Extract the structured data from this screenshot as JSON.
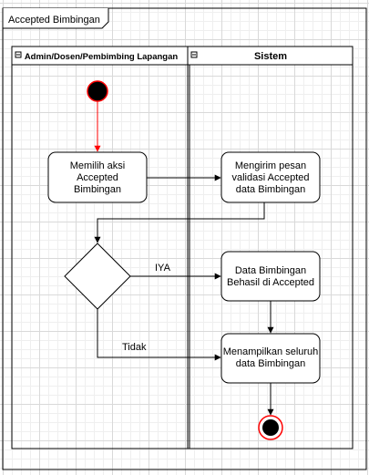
{
  "frame": {
    "title": "Accepted Bimbingan"
  },
  "lanes": [
    {
      "id": "actor",
      "title": "Admin/Dosen/Pembimbing Lapangan"
    },
    {
      "id": "system",
      "title": "Sistem"
    }
  ],
  "nodes": {
    "a1": {
      "lines": [
        "Memilih aksi",
        "Accepted",
        "Bimbingan"
      ]
    },
    "a2": {
      "lines": [
        "Mengirim pesan",
        "validasi Accepted",
        "data Bimbingan"
      ]
    },
    "a3": {
      "lines": [
        "Data Bimbingan",
        "Behasil di Accepted"
      ]
    },
    "a4": {
      "lines": [
        "Menampilkan seluruh",
        "data Bimbingan"
      ]
    }
  },
  "edges": {
    "yes_label": "IYA",
    "no_label": "Tidak"
  },
  "colors": {
    "stroke": "#000000",
    "node_fill": "#ffffff",
    "start_fill": "#000000",
    "start_outline": "#ff0000",
    "start_arrow": "#ff0000"
  }
}
